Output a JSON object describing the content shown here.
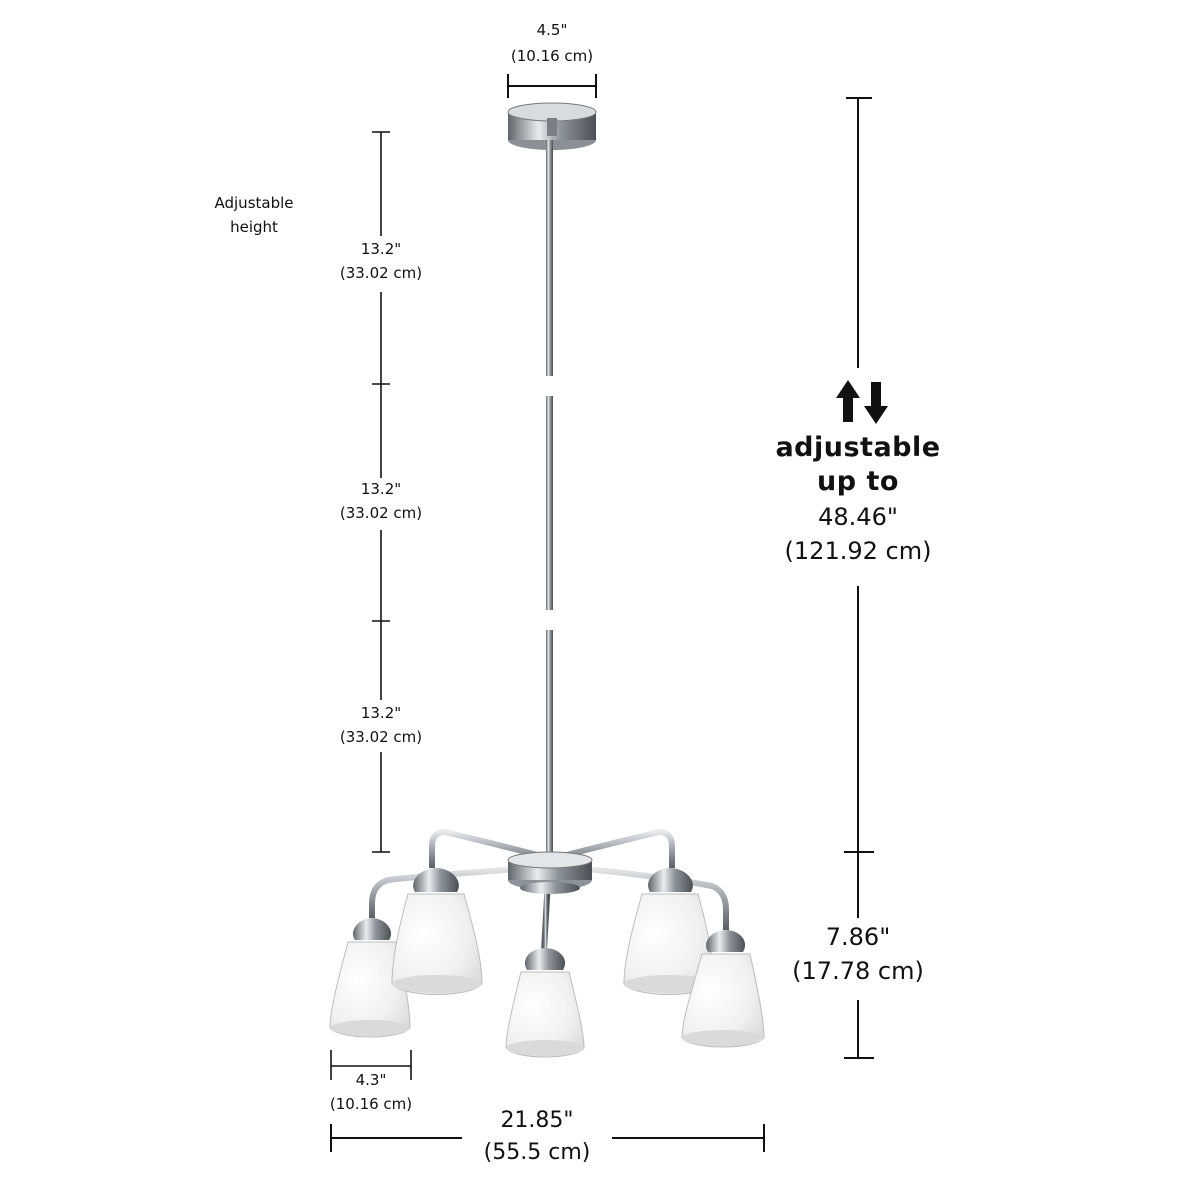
{
  "diagram": {
    "canopy_width": {
      "imperial": "4.5\"",
      "metric": "(10.16 cm)"
    },
    "adjustable_label": {
      "line1": "Adjustable",
      "line2": "height"
    },
    "rod_segments": [
      {
        "imperial": "13.2\"",
        "metric": "(33.02 cm)"
      },
      {
        "imperial": "13.2\"",
        "metric": "(33.02 cm)"
      },
      {
        "imperial": "13.2\"",
        "metric": "(33.02 cm)"
      }
    ],
    "total_height": {
      "line1": "adjustable",
      "line2": "up to",
      "imperial": "48.46\"",
      "metric": "(121.92 cm)"
    },
    "fixture_height": {
      "imperial": "7.86\"",
      "metric": "(17.78 cm)"
    },
    "shade_width": {
      "imperial": "4.3\"",
      "metric": "(10.16 cm)"
    },
    "total_width": {
      "imperial": "21.85\"",
      "metric": "(55.5 cm)"
    },
    "icons": [
      "up-down-arrows-icon"
    ],
    "colors": {
      "ink": "#111111",
      "chrome": "#9aa0a6",
      "glass": "#f2f2f2"
    }
  }
}
